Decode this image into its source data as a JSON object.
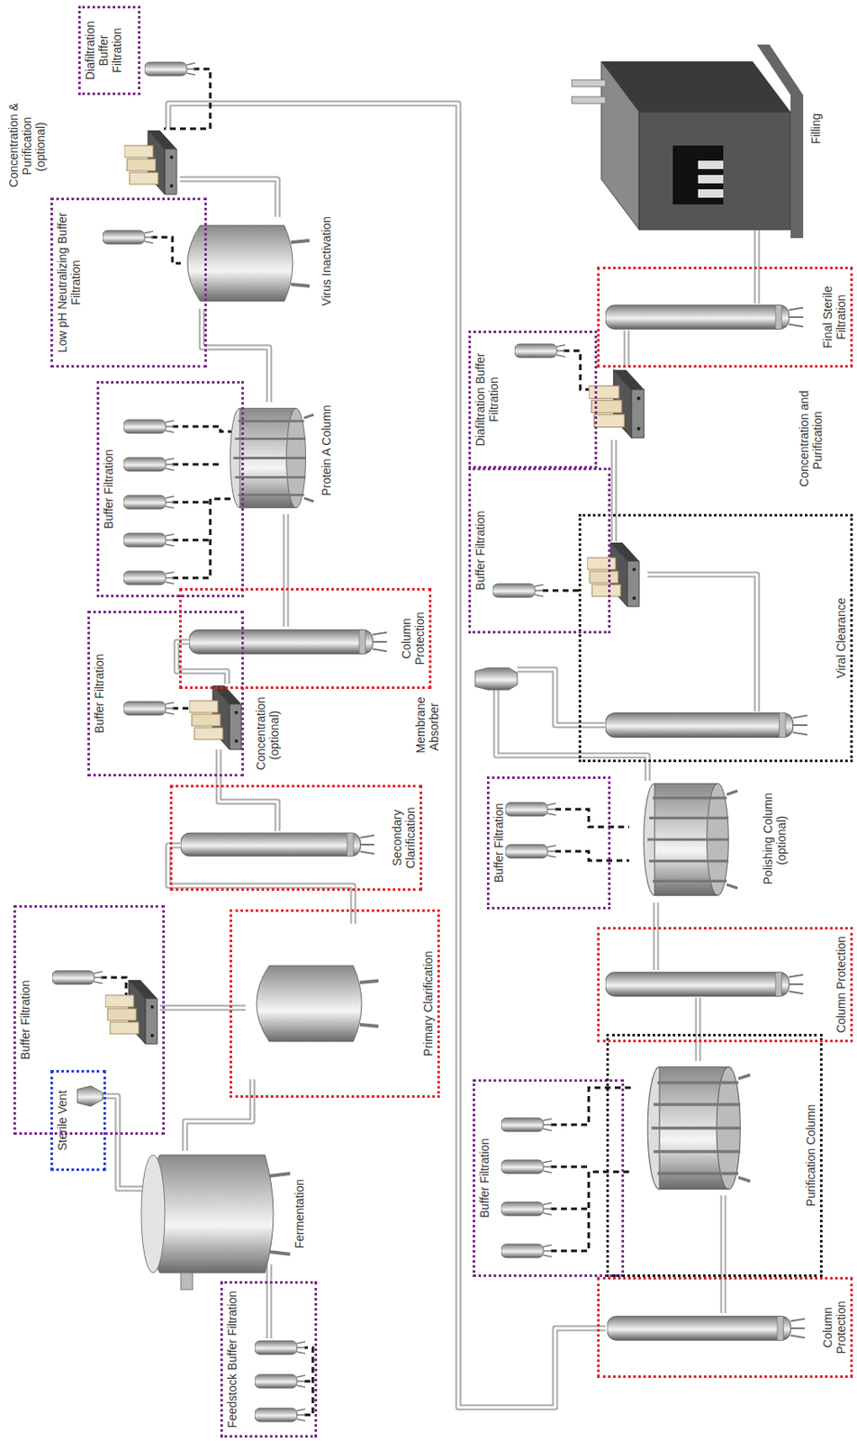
{
  "diagram": {
    "nodes": [
      {
        "text": [
          "Feedstock Buffer Filtration"
        ]
      },
      {
        "text": [
          "Sterile Vent"
        ]
      },
      {
        "text": [
          "Buffer Filtration"
        ]
      },
      {
        "text": [
          "Primary Clarification"
        ]
      },
      {
        "text": [
          "Secondary Clarification"
        ]
      },
      {
        "text": [
          "Buffer Filtration"
        ]
      },
      {
        "text": [
          "Column Protection"
        ]
      },
      {
        "text": [
          "Buffer Filtration"
        ]
      },
      {
        "text": [
          "Low pH Neutralizing Buffer Filtration"
        ]
      },
      {
        "text": [
          "Diafiltration Buffer Filtration"
        ]
      },
      {
        "text": [
          "Column Protection"
        ]
      },
      {
        "text": [
          "Buffer Filtration"
        ]
      },
      {
        "text": [
          "Purification Column"
        ]
      },
      {
        "text": [
          "Column Protection"
        ]
      },
      {
        "text": [
          "Buffer Filtration"
        ]
      },
      {
        "text": [
          "Viral Clearance"
        ]
      },
      {
        "text": [
          "Buffer Filtration"
        ]
      },
      {
        "text": [
          "Diafiltration Buffer Filtration"
        ]
      },
      {
        "text": [
          "Final Sterile Filtration"
        ]
      }
    ],
    "labels": [
      "Fermentation",
      "Concentration (optional)",
      "Protein A Column",
      "Virus Inactivation",
      "Concentration & Purification (optional)",
      "Polishing Column (optional)",
      "Membrane Absorber",
      "Concentration and Purification",
      "Filling"
    ]
  }
}
